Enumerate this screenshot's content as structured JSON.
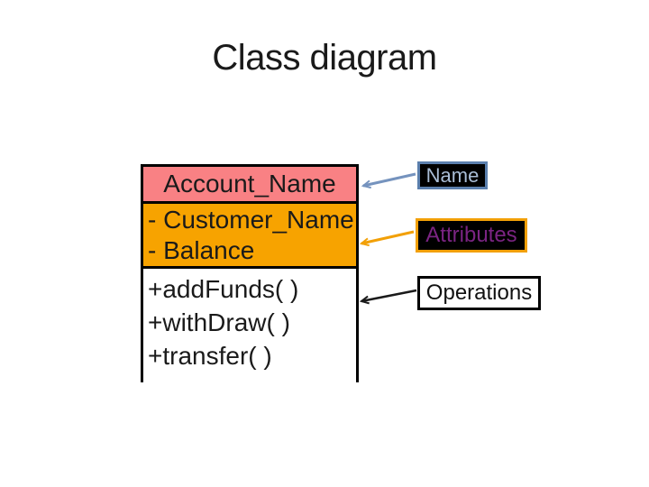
{
  "slide": {
    "title": "Class diagram"
  },
  "class_box": {
    "name": "Account_Name",
    "attributes": [
      "- Customer_Name",
      "- Balance"
    ],
    "operations": [
      "+addFunds( )",
      "+withDraw( )",
      "+transfer( )"
    ]
  },
  "legend": {
    "name": {
      "text": "Name"
    },
    "attributes": {
      "text": "Attributes"
    },
    "operations": {
      "text": "Operations"
    }
  },
  "colors": {
    "class_name_fill": "#f98184",
    "class_attributes_fill": "#f7a300",
    "class_operations_fill": "#ffffff",
    "class_border": "#000000",
    "name_label_fill": "#000000",
    "name_label_border": "#5b7fad",
    "name_label_text": "#a9bdd6",
    "attributes_label_fill": "#000000",
    "attributes_label_border": "#f2a007",
    "attributes_label_text": "#7b2482",
    "operations_label_fill": "#ffffff",
    "operations_label_border": "#000000",
    "operations_label_text": "#111111",
    "name_arrow": "#7593be",
    "attributes_arrow": "#f2a007",
    "operations_arrow": "#1a1a1a"
  }
}
